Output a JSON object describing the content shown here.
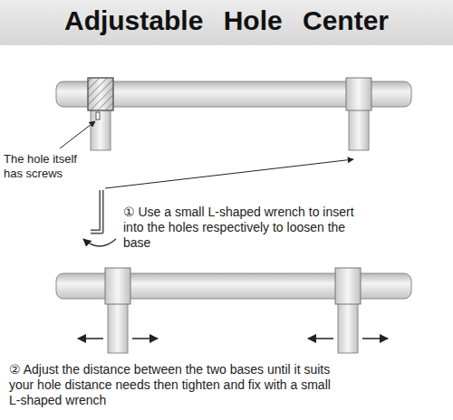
{
  "diagram": {
    "title": "Adjustable Hole Center",
    "labels": [
      "The hole itself has screws",
      "① Use a small L-shaped wrench to insert into the holes respectively to loosen the base",
      "② Adjust the distance between the two bases until it suits your hole distance needs then tighten and fix with a small L-shaped wrench"
    ]
  }
}
